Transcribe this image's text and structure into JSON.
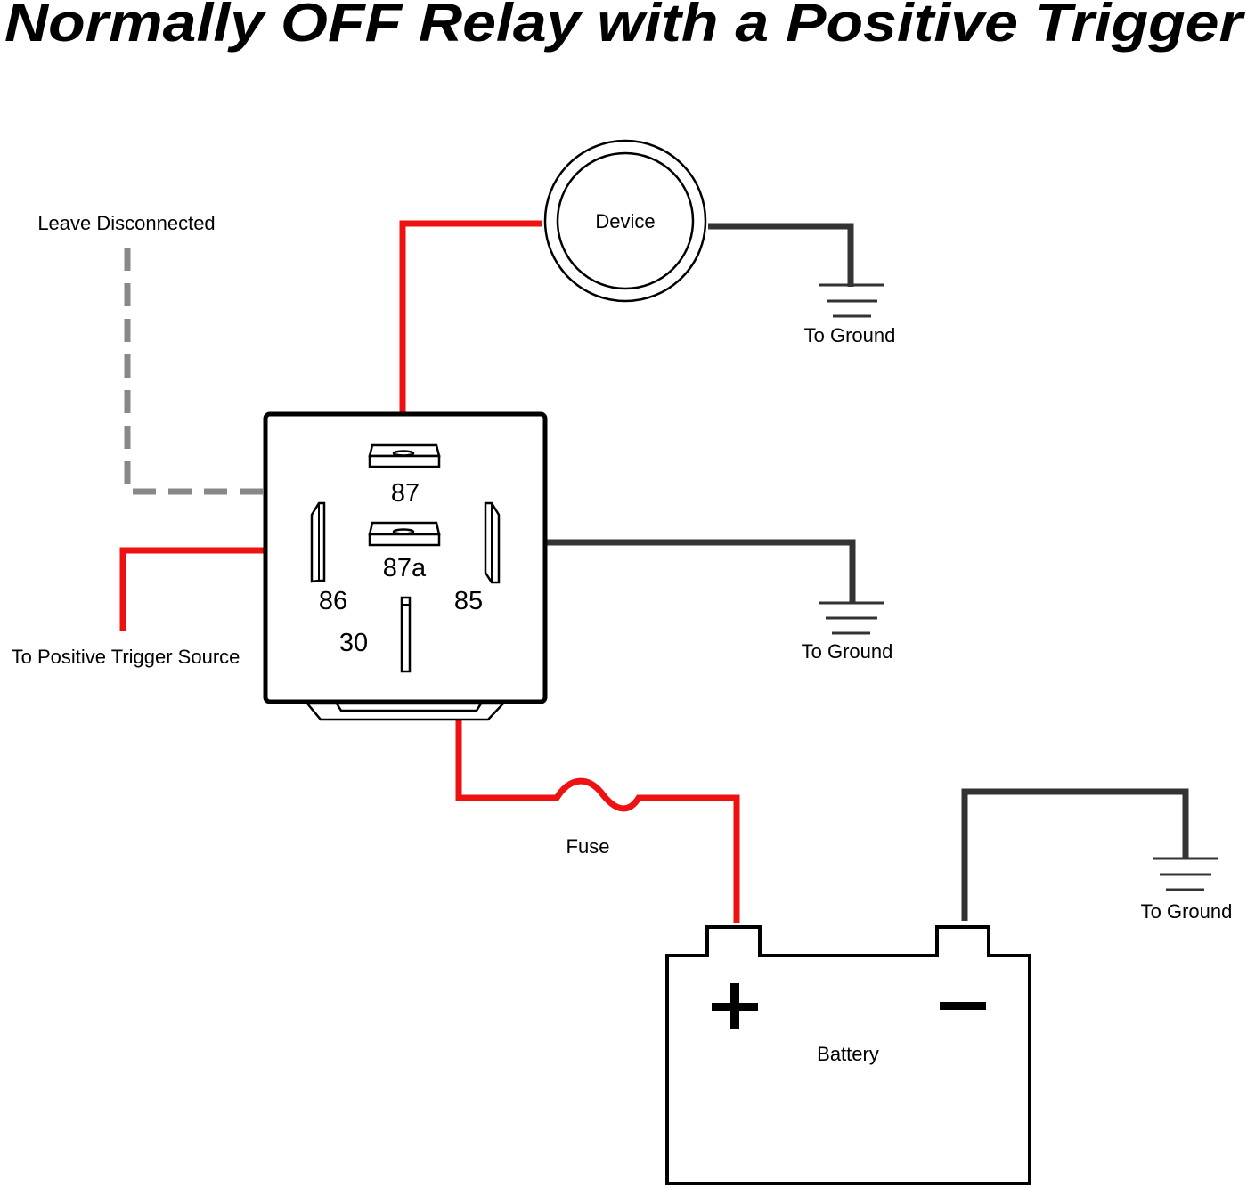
{
  "title": "Normally OFF Relay with a Positive Trigger",
  "colors": {
    "positive_wire": "#ee1111",
    "ground_wire": "#333333",
    "disconnected_wire": "#888888",
    "outline": "#000000"
  },
  "components": {
    "device": {
      "label": "Device"
    },
    "relay": {
      "pins": {
        "p87": "87",
        "p87a": "87a",
        "p86": "86",
        "p85": "85",
        "p30": "30"
      }
    },
    "fuse": {
      "label": "Fuse"
    },
    "battery": {
      "label": "Battery",
      "positive_symbol": "+",
      "negative_symbol": "−"
    }
  },
  "annotations": {
    "leave_disconnected": "Leave Disconnected",
    "positive_trigger": "To Positive Trigger Source",
    "ground_device": "To Ground",
    "ground_relay": "To Ground",
    "ground_battery": "To Ground"
  },
  "connections": [
    {
      "from": "device",
      "to": "relay-87",
      "type": "positive"
    },
    {
      "from": "device",
      "to": "ground",
      "type": "ground"
    },
    {
      "from": "relay-87a",
      "to": "none",
      "type": "disconnected"
    },
    {
      "from": "relay-86",
      "to": "positive-trigger-source",
      "type": "positive"
    },
    {
      "from": "relay-85",
      "to": "ground",
      "type": "ground"
    },
    {
      "from": "relay-30",
      "to": "fuse",
      "type": "positive"
    },
    {
      "from": "fuse",
      "to": "battery-positive",
      "type": "positive"
    },
    {
      "from": "battery-negative",
      "to": "ground",
      "type": "ground"
    }
  ]
}
